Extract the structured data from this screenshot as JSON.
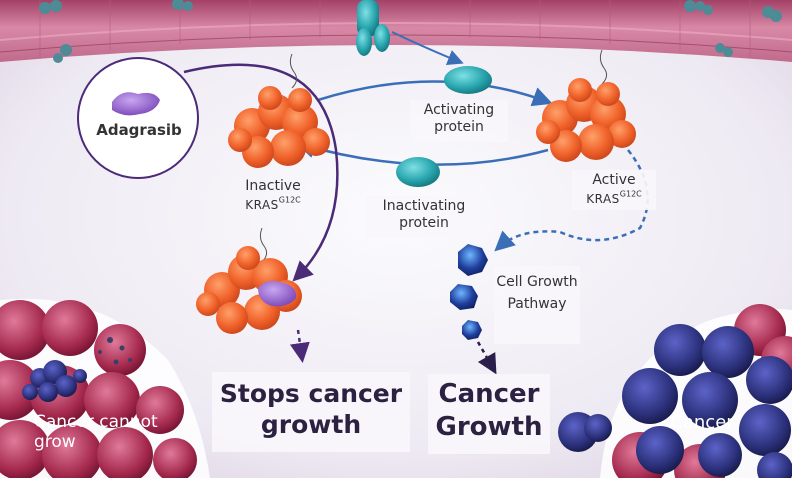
{
  "labels": {
    "adagrasib": "Adagrasib",
    "activating_protein": "Activating protein",
    "inactivating_protein": "Inactivating protein",
    "inactive": "Inactive",
    "active": "Active",
    "kras": "KRAS",
    "g12c": "G12C",
    "cell_growth_pathway": "Cell Growth Pathway",
    "stops_cancer_growth": "Stops cancer growth",
    "cancer_growth": "Cancer Growth",
    "cancer_cannot_grow": "Cancer cannot grow",
    "cancer": "Cancer"
  },
  "colors": {
    "membrane": "#b14a6e",
    "kras_protein": "#f06a2f",
    "adagrasib": "#8a5bc4",
    "signal_protein": "#2aa7b0",
    "pathway": "#1f3f9e",
    "cancer_cells": "#2a2f78",
    "arrow_blue": "#3a6fb8",
    "arrow_purple": "#4b2a78"
  },
  "icons": [
    "membrane-receptor-icon",
    "kras-protein-icon",
    "adagrasib-drug-icon",
    "activating-protein-icon",
    "inactivating-protein-icon",
    "pathway-molecule-icon",
    "cancer-cell-cluster-icon"
  ]
}
